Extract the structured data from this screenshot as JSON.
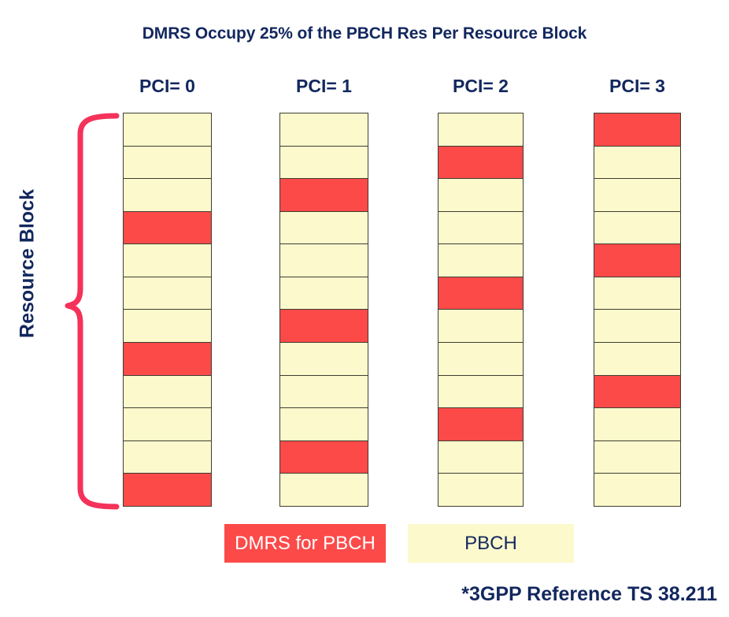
{
  "title": "DMRS Occupy 25% of the PBCH Res Per Resource Block",
  "axis_label": "Resource Block",
  "footnote": "*3GPP Reference TS 38.211",
  "colors": {
    "dmrs": "#FC4A49",
    "pbch": "#FCF9CC",
    "text_navy": "#12275E",
    "brace_red": "#F4325A",
    "cell_border": "#3E3E32"
  },
  "legend": [
    {
      "key": "dmrs",
      "label": "DMRS for PBCH",
      "color": "#FC4A49",
      "text_color": "#FFFFFF"
    },
    {
      "key": "pbch",
      "label": "PBCH",
      "color": "#FCF9CC",
      "text_color": "#12275E"
    }
  ],
  "chart_data": {
    "type": "heatmap",
    "title": "DMRS Occupy 25% of the PBCH Res Per Resource Block",
    "xlabel": "",
    "ylabel": "Resource Block",
    "grid": true,
    "legend_position": "bottom",
    "columns": [
      "PCI= 0",
      "PCI= 1",
      "PCI= 2",
      "PCI= 3"
    ],
    "rows_per_column": 12,
    "cell_values": [
      [
        "pbch",
        "pbch",
        "pbch",
        "dmrs",
        "pbch",
        "pbch",
        "pbch",
        "dmrs",
        "pbch",
        "pbch",
        "pbch",
        "dmrs"
      ],
      [
        "pbch",
        "pbch",
        "dmrs",
        "pbch",
        "pbch",
        "pbch",
        "dmrs",
        "pbch",
        "pbch",
        "pbch",
        "dmrs",
        "pbch"
      ],
      [
        "pbch",
        "dmrs",
        "pbch",
        "pbch",
        "pbch",
        "dmrs",
        "pbch",
        "pbch",
        "pbch",
        "dmrs",
        "pbch",
        "pbch"
      ],
      [
        "dmrs",
        "pbch",
        "pbch",
        "pbch",
        "dmrs",
        "pbch",
        "pbch",
        "pbch",
        "dmrs",
        "pbch",
        "pbch",
        "pbch"
      ]
    ],
    "dmrs_indices_per_column": [
      [
        3,
        7,
        11
      ],
      [
        2,
        6,
        10
      ],
      [
        1,
        5,
        9
      ],
      [
        0,
        4,
        8
      ]
    ],
    "dmrs_fraction": "25%"
  },
  "columns": [
    {
      "header": "PCI= 0"
    },
    {
      "header": "PCI= 1"
    },
    {
      "header": "PCI= 2"
    },
    {
      "header": "PCI= 3"
    }
  ]
}
